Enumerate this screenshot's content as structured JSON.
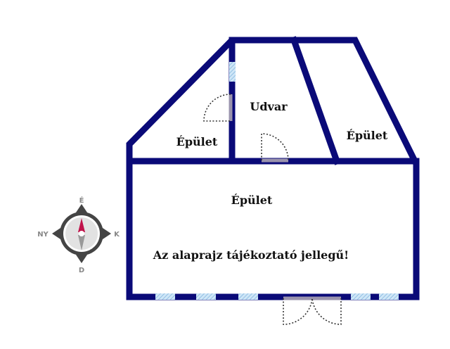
{
  "rooms": [
    {
      "label": "Épület"
    },
    {
      "label": "Udvar"
    },
    {
      "label": "Épület"
    },
    {
      "label": "Épület"
    }
  ],
  "notice": "Az alaprajz tájékoztató jellegű!",
  "compass": {
    "north": "É",
    "west": "NY",
    "east": "K",
    "south": "D"
  },
  "colors": {
    "wall": "#0a0a78",
    "window": "#9cc8e8",
    "door": "#9a93ad",
    "needle_north": "#c0124a"
  }
}
